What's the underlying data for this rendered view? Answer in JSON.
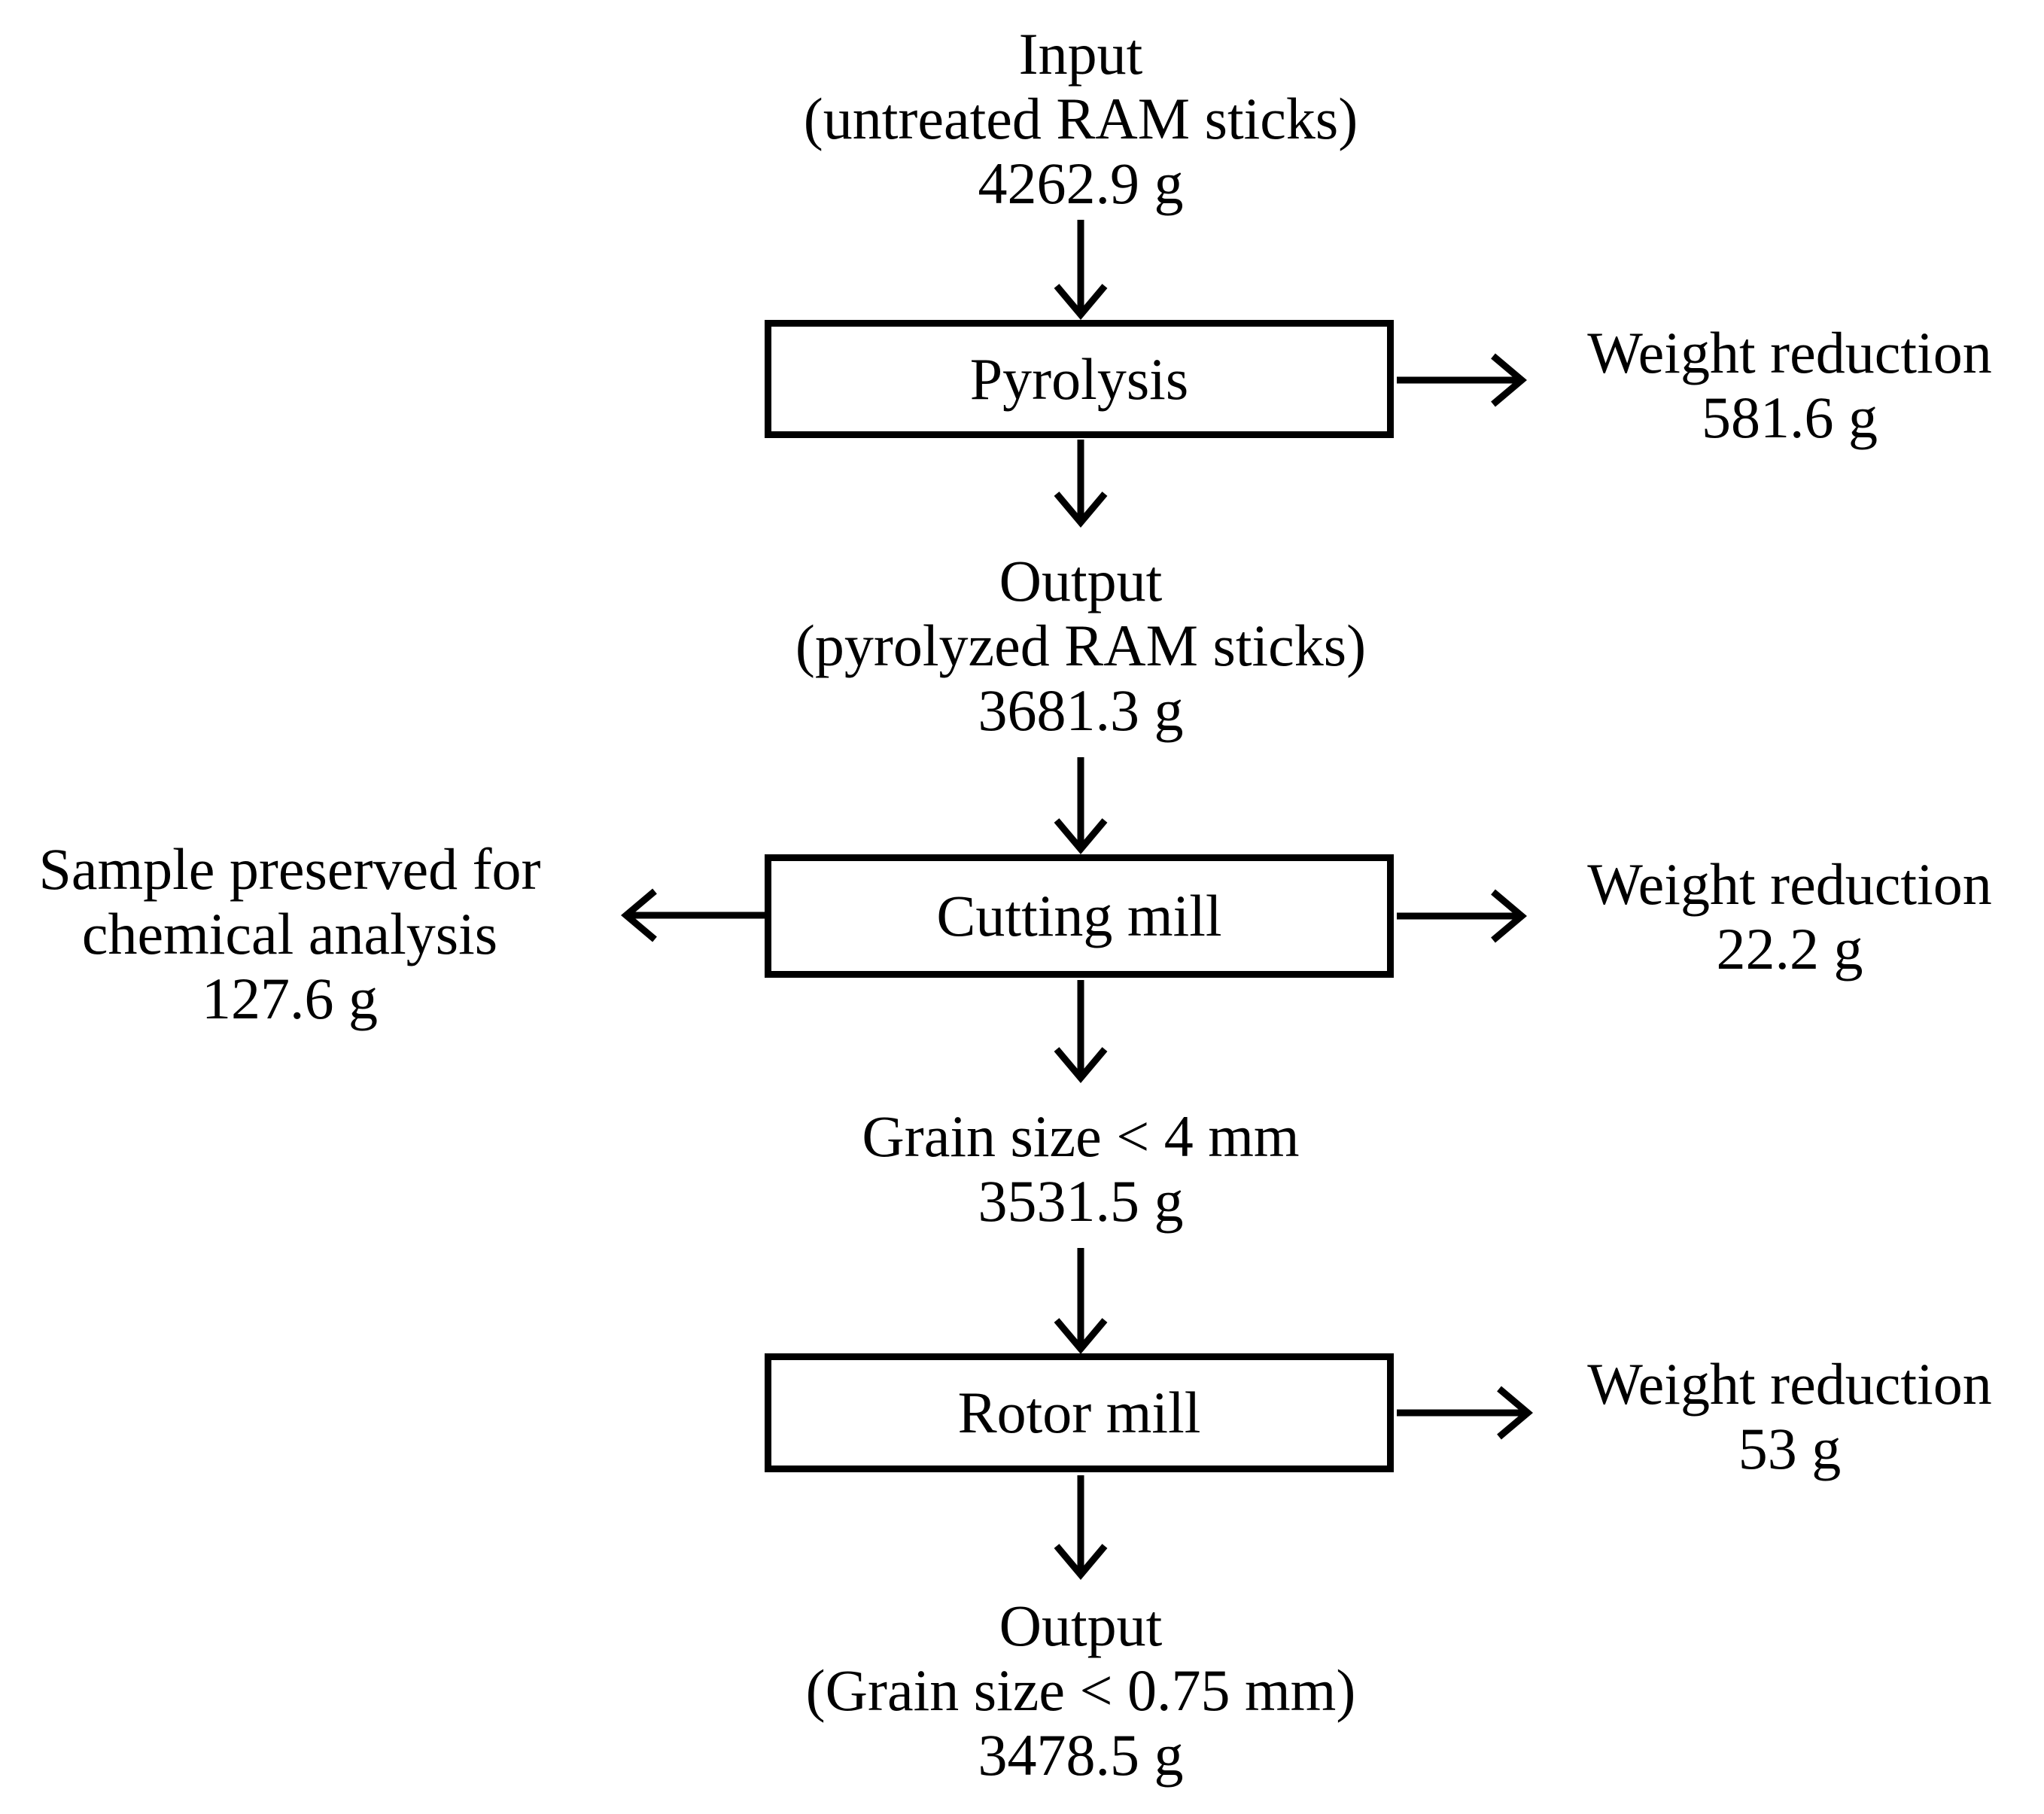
{
  "figure": {
    "title": "RAM sticks pyrolysis and milling mass-flow diagram",
    "colors": {
      "background": "#ffffff",
      "ink": "#000000"
    },
    "nodes": {
      "input": {
        "lines": [
          "Input",
          "(untreated RAM sticks)",
          "4262.9 g"
        ]
      },
      "pyrolysis": {
        "label": "Pyrolysis"
      },
      "output_pyrolyzed": {
        "lines": [
          "Output",
          "(pyrolyzed RAM sticks)",
          "3681.3 g"
        ]
      },
      "cutting_mill": {
        "label": "Cutting mill"
      },
      "grain_under_4mm": {
        "lines": [
          "Grain size < 4 mm",
          "3531.5 g"
        ]
      },
      "rotor_mill": {
        "label": "Rotor mill"
      },
      "output_final": {
        "lines": [
          "Output",
          "(Grain size < 0.75 mm)",
          "3478.5 g"
        ]
      }
    },
    "side_labels": {
      "weight_reduction_pyrolysis": {
        "attached_to": "Pyrolysis",
        "side": "right",
        "lines": [
          "Weight reduction",
          "581.6 g"
        ]
      },
      "sample_preserved": {
        "attached_to": "Cutting mill",
        "side": "left",
        "lines": [
          "Sample preserved for",
          "chemical analysis",
          "127.6 g"
        ]
      },
      "weight_reduction_cutting": {
        "attached_to": "Cutting mill",
        "side": "right",
        "lines": [
          "Weight reduction",
          "22.2 g"
        ]
      },
      "weight_reduction_rotor": {
        "attached_to": "Rotor mill",
        "side": "right",
        "lines": [
          "Weight reduction",
          "53 g"
        ]
      }
    }
  }
}
